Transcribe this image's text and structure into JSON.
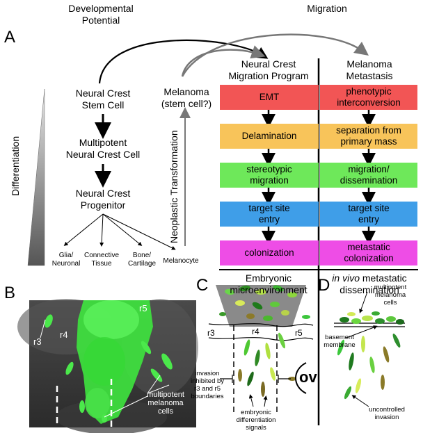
{
  "headers": {
    "developmental": "Developmental\nPotential",
    "migration": "Migration"
  },
  "panels": {
    "a": "A",
    "b": "B",
    "c": "C",
    "d": "D"
  },
  "hierarchy": {
    "stem_cell": "Neural Crest\nStem Cell",
    "multipotent": "Multipotent\nNeural Crest Cell",
    "progenitor": "Neural Crest\nProgenitor",
    "melanoma_stem": "Melanoma\n(stem cell?)",
    "outputs": [
      "Glia/\nNeuronal",
      "Connective\nTissue",
      "Bone/\nCartilage",
      "Melanocyte"
    ]
  },
  "axis_labels": {
    "differentiation": "Differentiation",
    "neoplastic": "Neoplastic Transformation"
  },
  "columns": {
    "left_title": "Neural Crest\nMigration Program",
    "right_title": "Melanoma\nMetastasis"
  },
  "steps": [
    {
      "left": "EMT",
      "right": "phenotypic\ninterconversion",
      "color": "#f25555"
    },
    {
      "left": "Delamination",
      "right": "separation from\nprimary mass",
      "color": "#f8c45a"
    },
    {
      "left": "stereotypic\nmigration",
      "right": "migration/\ndissemination",
      "color": "#6ee85a"
    },
    {
      "left": "target site\nentry",
      "right": "target site\nentry",
      "color": "#3f9ee8"
    },
    {
      "left": "colonization",
      "right": "metastatic\ncolonization",
      "color": "#ee4de6"
    }
  ],
  "bottom_labels": {
    "embryonic": "Embryonic\nmicroenvironment",
    "in_vivo_italic": "in vivo",
    "in_vivo_rest": " metastatic\ndissemination"
  },
  "panel_b": {
    "r3": "r3",
    "r4": "r4",
    "r5": "r5",
    "cells": "multipotent\nmelanoma\ncells"
  },
  "panel_c": {
    "r3": "r3",
    "r4": "r4",
    "r5": "r5",
    "ov": "ov",
    "invasion": "invasion\ninhibited by\nr3 and r5\nboundaries",
    "signals": "embryonic\ndifferentiation\nsignals"
  },
  "panel_d": {
    "cells": "multipotent\nmelanoma\ncells",
    "membrane": "basement\nmembrane",
    "invasion": "uncontrolled\ninvasion"
  }
}
